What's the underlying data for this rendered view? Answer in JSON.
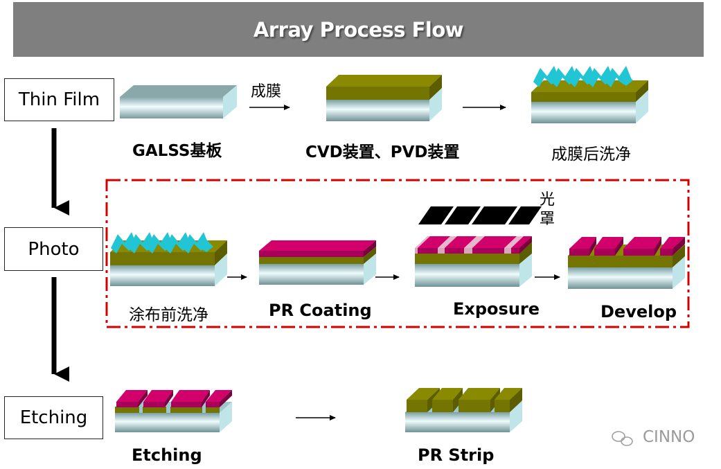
{
  "title": "Array Process Flow",
  "stages": {
    "thin_film": "Thin Film",
    "photo": "Photo",
    "etching": "Etching"
  },
  "steps": {
    "glass": "GALSS基板",
    "cvd_pvd": "CVD装置、PVD装置",
    "post_clean": "成膜后洗净",
    "pre_clean": "涂布前洗净",
    "pr_coating": "PR Coating",
    "exposure": "Exposure",
    "develop": "Develop",
    "etching": "Etching",
    "pr_strip": "PR Strip"
  },
  "annotations": {
    "deposition": "成膜",
    "mask_line1": "光",
    "mask_line2": "罩"
  },
  "watermark": "CINNO",
  "colors": {
    "banner": "#7f7f7f",
    "film": "#808000",
    "photoresist": "#cc0066",
    "glass": "#bde8ec",
    "droplets": "#22c5d3",
    "dashed_border": "#d10000"
  }
}
